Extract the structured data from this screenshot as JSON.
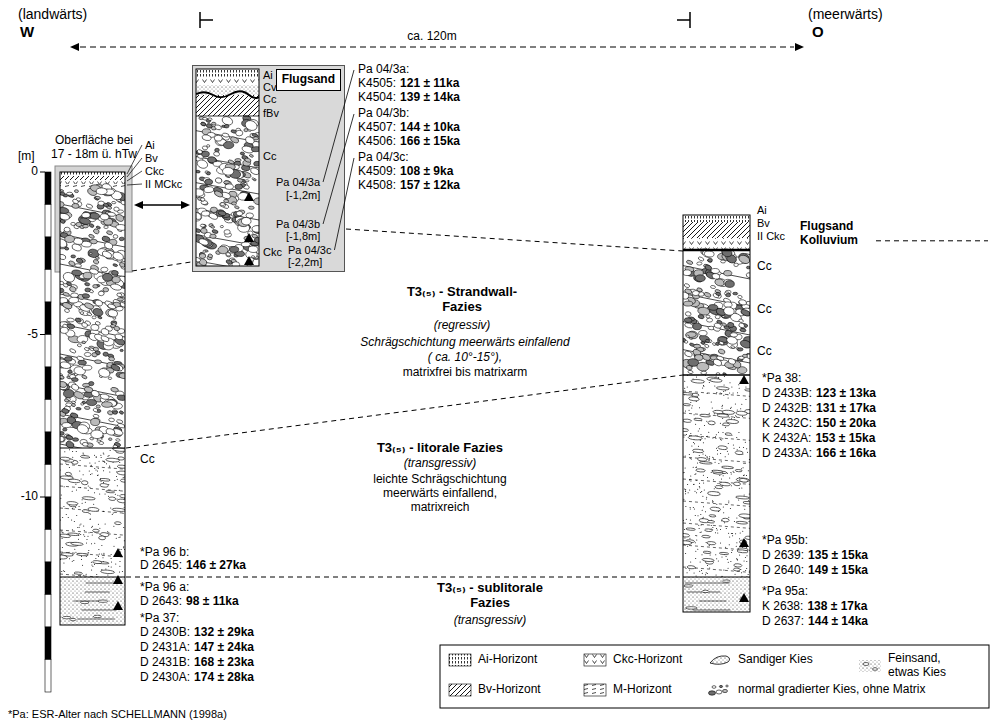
{
  "diagram": {
    "nodes": [
      {
        "text": [
          "Ai",
          "Cv",
          "Cc",
          "fBv",
          "Cc",
          "Pa 04/3a",
          "[-1,2m]",
          "Pa 04/3b",
          "[-1,8m]",
          "Ckc",
          "Pa 04/3c",
          "[-2,2m]"
        ]
      },
      {
        "text": [
          "Flugsand"
        ],
        "in": 0
      }
    ],
    "labels": [
      "(landwärts)",
      "W",
      "ca. 120m",
      "(meerwärts)",
      "O",
      "[m]",
      "0",
      "-5",
      "-10",
      "Oberfläche bei 17 - 18m ü. hTw",
      "Ai",
      "Bv",
      "Ckc",
      "II MCkc",
      "Pa 04/3a:",
      "K4505:",
      "121 ± 11ka",
      "K4504:",
      "139 ± 14ka",
      "Pa 04/3b:",
      "K4507:",
      "144 ± 10ka",
      "K4506:",
      "166 ± 15ka",
      "Pa 04/3c:",
      "K4509:",
      "108 ± 9ka",
      "K4508:",
      "157 ± 12ka",
      "Ai",
      "Bv",
      "II Ckc",
      "Flugsand Kolluvium",
      "Cc",
      "Cc",
      "Cc",
      "T3₍₅₎ - Strandwall- Fazies",
      "(regressiv)",
      "Schrägschichtung meerwärts einfallend",
      "( ca. 10°-15°),",
      "matrixfrei bis matrixarm",
      "T3₍₅₎ - litorale Fazies",
      "(transgressiv)",
      "leichte Schrägschichtung meerwärts einfallend, matrixreich",
      "T3₍₅₎ - sublitorale Fazies",
      "(transgressiv)",
      "Cc",
      "*Pa 96 b:",
      "D 2645:",
      "146 ± 27ka",
      "*Pa 96 a:",
      "D 2643:",
      "98 ± 11ka",
      "*Pa 37:",
      "D 2430B:",
      "132 ± 29ka",
      "D 2431A:",
      "147 ± 24ka",
      "D 2431B:",
      "168 ± 23ka",
      "D 2430A:",
      "174 ± 28ka",
      "*Pa 38:",
      "D 2433B:",
      "123 ± 13ka",
      "D 2432B:",
      "131 ± 17ka",
      "K 2432C:",
      "150 ± 20ka",
      "K 2432A:",
      "153 ± 15ka",
      "D 2433A:",
      "166 ± 16ka",
      "*Pa 95b:",
      "D 2639:",
      "135 ± 15ka",
      "D 2640:",
      "149 ± 15ka",
      "*Pa 95a:",
      "K 2638:",
      "138 ± 17ka",
      "D 2637:",
      "144 ± 14ka",
      "*Pa: ESR-Alter nach SCHELLMANN (1998a)"
    ],
    "legend": [
      {
        "text": "Ai-Horizont"
      },
      {
        "text": "Ckc-Horizont"
      },
      {
        "text": "Sandiger Kies"
      },
      {
        "text": "Feinsand, etwas Kies"
      },
      {
        "text": "Bv-Horizont"
      },
      {
        "text": "M-Horizont"
      },
      {
        "text": "normal gradierter Kies, ohne Matrix"
      }
    ]
  }
}
